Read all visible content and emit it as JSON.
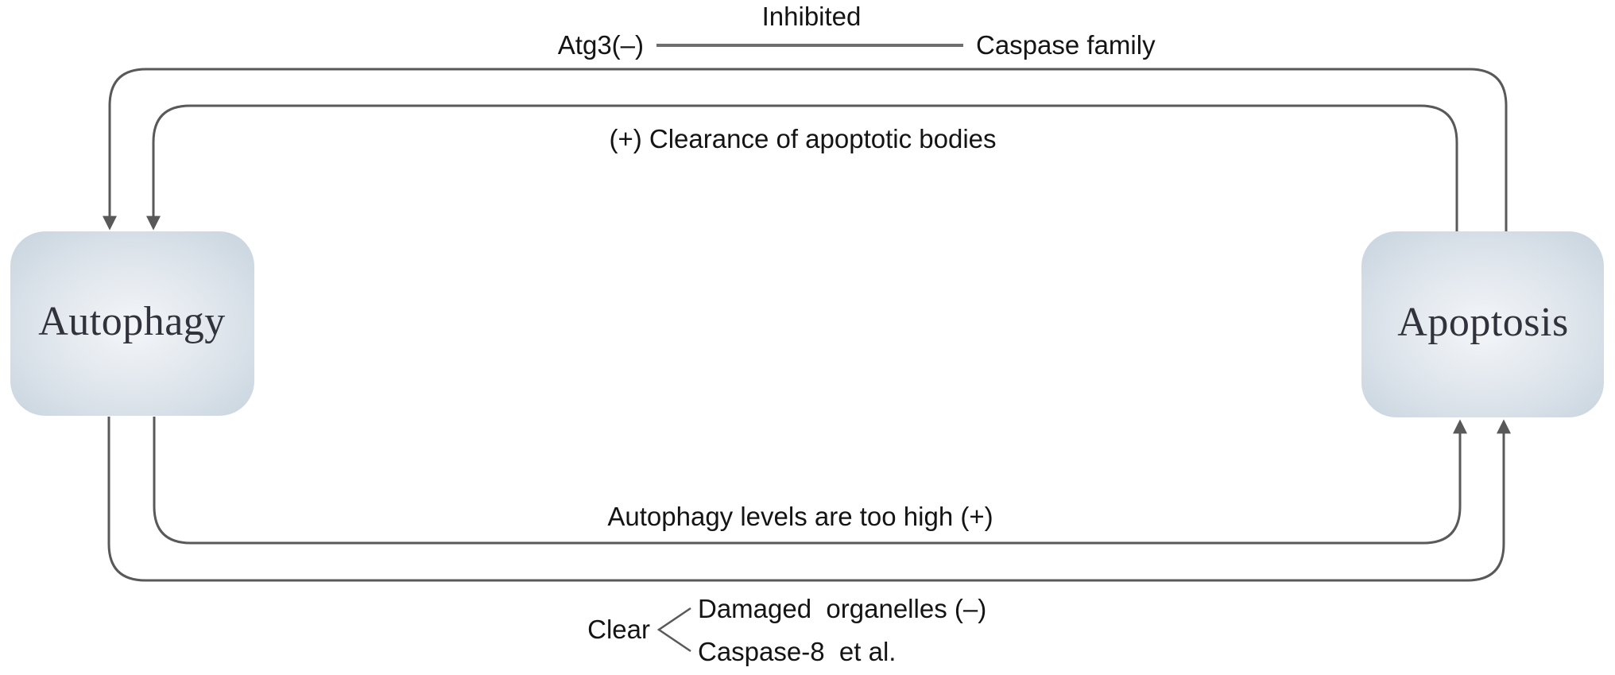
{
  "diagram": {
    "nodes": {
      "autophagy": {
        "label": "Autophagy"
      },
      "apoptosis": {
        "label": "Apoptosis"
      }
    },
    "annotations": {
      "inhibition": {
        "title": "Inhibited",
        "left": "Atg3(–)",
        "right": "Caspase family"
      },
      "clearance": {
        "label": "(+) Clearance of apoptotic bodies"
      },
      "too_high": {
        "label": "Autophagy levels are too high (+)"
      },
      "clear_group": {
        "label": "Clear",
        "item1": "Damaged  organelles (–)",
        "item2": "Caspase-8  et al."
      }
    },
    "colors": {
      "flow_line": "#595959",
      "inhibit_line": "#6e6e6e",
      "text": "#141414",
      "node_text": "#32323c",
      "node_edge": "#c7d3de",
      "node_mid": "#dde4eb",
      "node_center": "#f4f6f9"
    }
  }
}
